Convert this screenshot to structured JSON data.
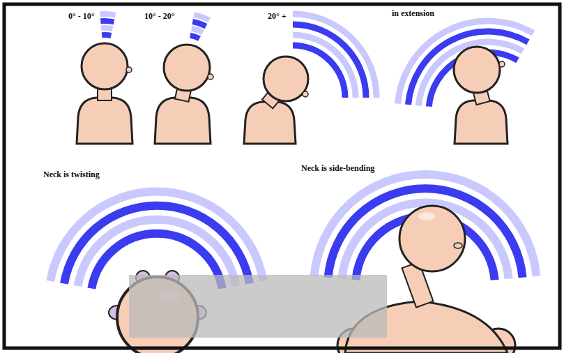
{
  "diagram": {
    "labels": [
      "0° - 10°",
      "10° - 20°",
      "20° +",
      "in extension",
      "Neck is twisting",
      "Neck is side-bending"
    ]
  }
}
